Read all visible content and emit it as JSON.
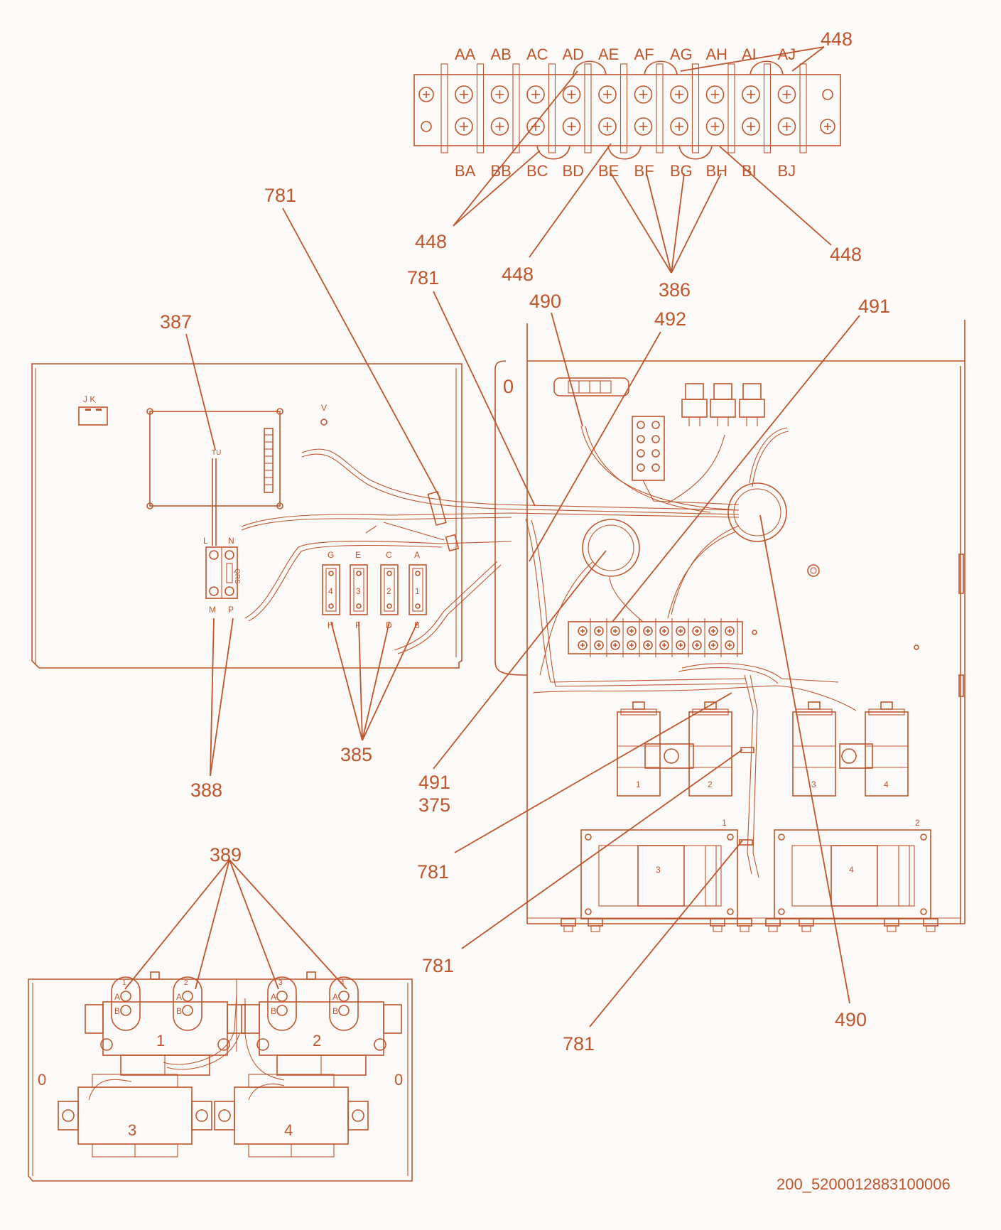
{
  "colors": {
    "line": "#c0552c",
    "background": "#fbfaf8"
  },
  "terminal_strip": {
    "top_labels": [
      "AA",
      "AB",
      "AC",
      "AD",
      "AE",
      "AF",
      "AG",
      "AH",
      "AI",
      "AJ"
    ],
    "bottom_labels": [
      "BA",
      "BB",
      "BC",
      "BD",
      "BE",
      "BF",
      "BG",
      "BH",
      "BI",
      "BJ"
    ]
  },
  "callouts": {
    "c448_top": "448",
    "c448_left": "448",
    "c448_mid": "448",
    "c448_right": "448",
    "c386": "386",
    "c781_a": "781",
    "c781_b": "781",
    "c781_c": "781",
    "c781_d": "781",
    "c781_e": "781",
    "c387": "387",
    "c490_top": "490",
    "c492": "492",
    "c491_top": "491",
    "c491_mid": "491",
    "c375": "375",
    "c385": "385",
    "c388": "388",
    "c389": "389",
    "c490_bottom": "490"
  },
  "door_panel": {
    "jk_label": "J K",
    "tu_label": "TU",
    "v_label": "V",
    "l_label": "L",
    "n_label": "N",
    "m_label": "M",
    "p_label": "P",
    "qrs_label": "QRS",
    "fuse_top": [
      "G",
      "E",
      "C",
      "A"
    ],
    "fuse_nums": [
      "4",
      "3",
      "2",
      "1"
    ],
    "fuse_bottom": [
      "H",
      "F",
      "D",
      "B"
    ]
  },
  "cabinet": {
    "hole_label": "0",
    "coil_labels": [
      "1",
      "2",
      "3",
      "4"
    ],
    "transformer_labels": [
      "3",
      "4"
    ],
    "transformer_tags": [
      "1",
      "2"
    ]
  },
  "bottom_view": {
    "relay_labels": [
      "1",
      "2"
    ],
    "transformer_labels": [
      "3",
      "4"
    ],
    "terminal_tags": [
      "1",
      "2",
      "3",
      "4"
    ],
    "ab_labels": [
      "A",
      "B"
    ],
    "hole_label": "0"
  },
  "document_id": "200_5200012883100006"
}
